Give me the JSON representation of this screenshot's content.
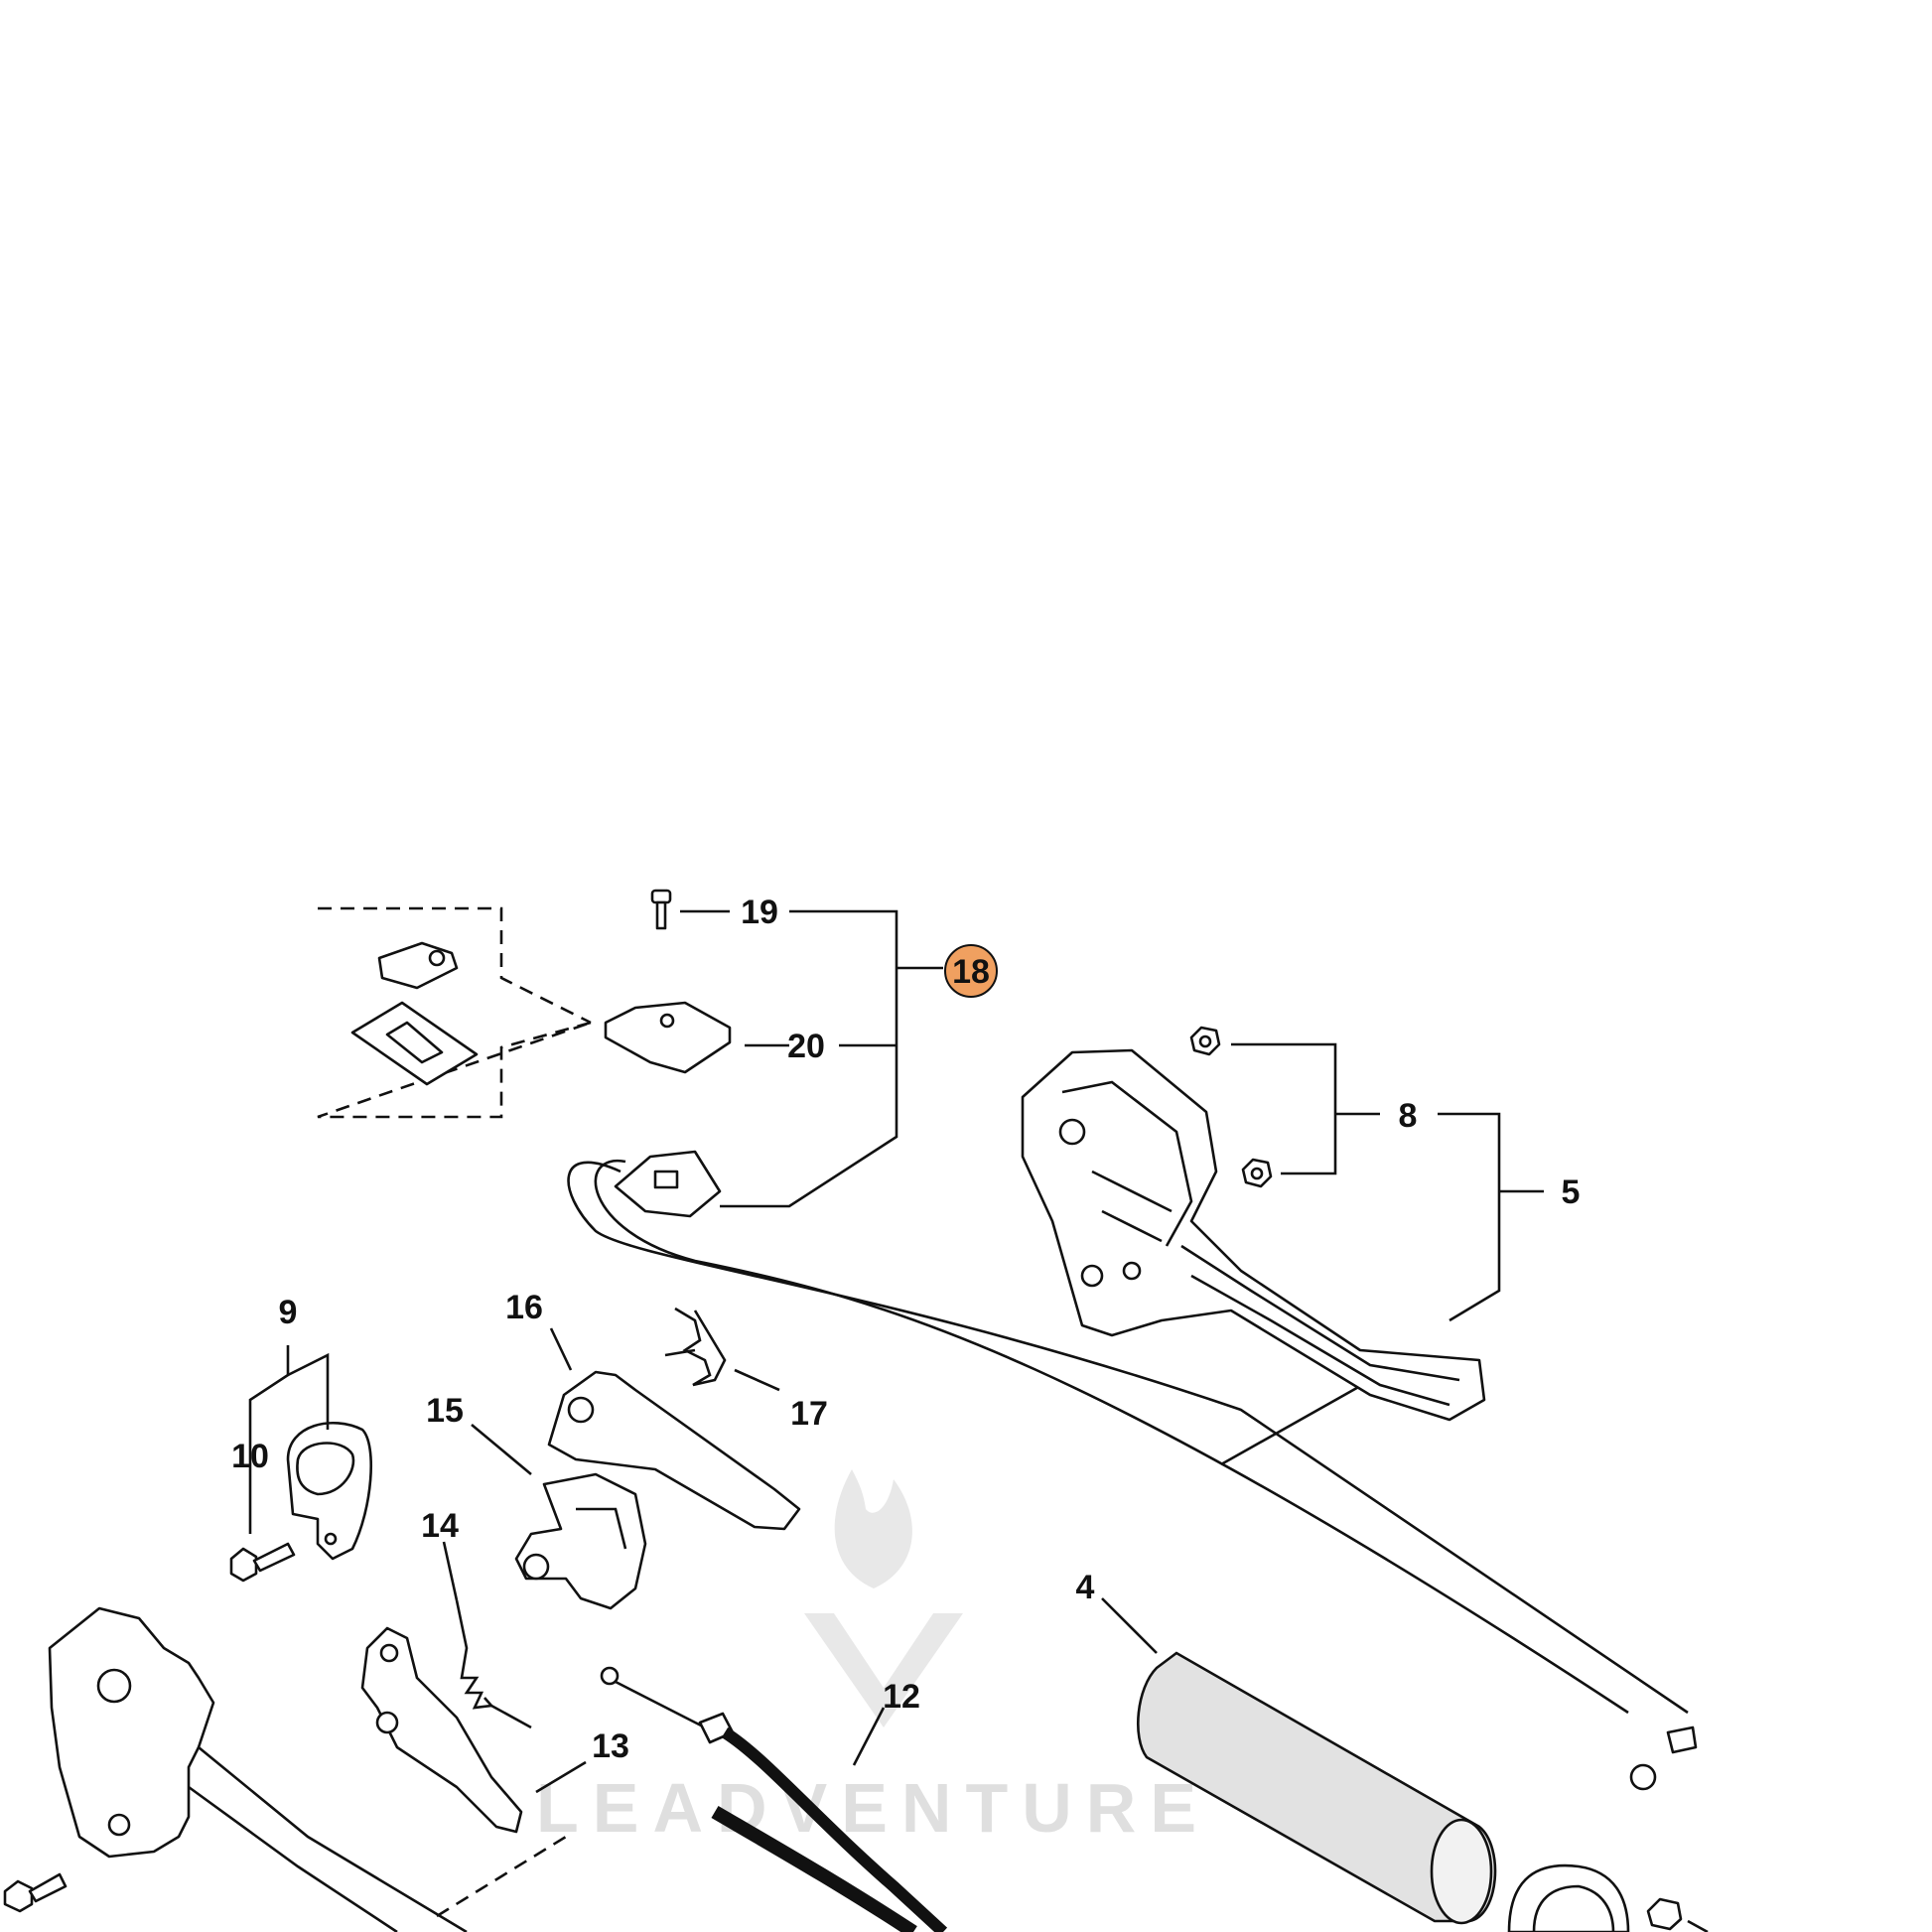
{
  "diagram": {
    "highlight_color": "#f0a060",
    "watermark": "LEADVENTURE",
    "callouts": {
      "c4": "4",
      "c5": "5",
      "c8": "8",
      "c9": "9",
      "c10": "10",
      "c12": "12",
      "c13": "13",
      "c14": "14",
      "c15": "15",
      "c16": "16",
      "c17": "17",
      "c18": "18",
      "c19": "19",
      "c20": "20"
    }
  }
}
